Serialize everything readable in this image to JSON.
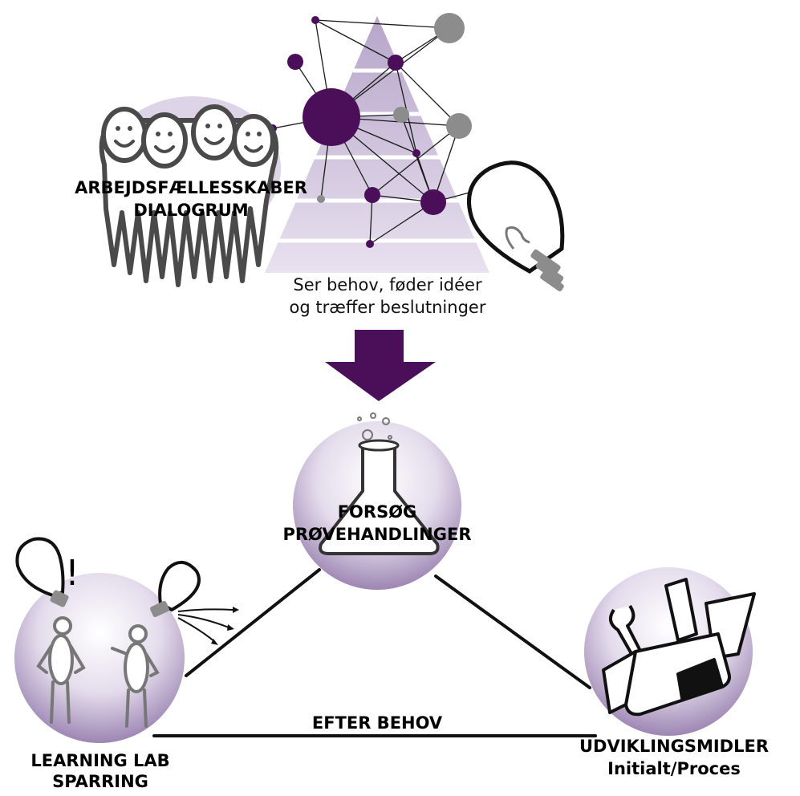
{
  "top": {
    "title_line1": "ARBEJDSFÆLLESSKABER",
    "title_line2": "DIALOGRUM",
    "caption_line1": "Ser behov, føder idéer",
    "caption_line2": "og træffer beslutninger"
  },
  "center": {
    "title_line1": "FORSØG",
    "title_line2": "PRØVEHANDLINGER"
  },
  "left": {
    "title_line1": "LEARNING LAB",
    "title_line2": "SPARRING",
    "exclamation": "!"
  },
  "right": {
    "title_line1": "UDVIKLINGSMIDLER",
    "title_line2": "Initialt/Proces"
  },
  "bottom_edge_label": "EFTER BEHOV",
  "colors": {
    "purple_dark": "#4b0f5a",
    "purple_light": "#cdc0da",
    "grey": "#8c8c8c"
  },
  "icons": [
    "people-group-icon",
    "network-pyramid-icon",
    "lightbulb-icon",
    "arrow-down-icon",
    "flask-icon",
    "stick-figures-icon",
    "toolbox-icon"
  ]
}
